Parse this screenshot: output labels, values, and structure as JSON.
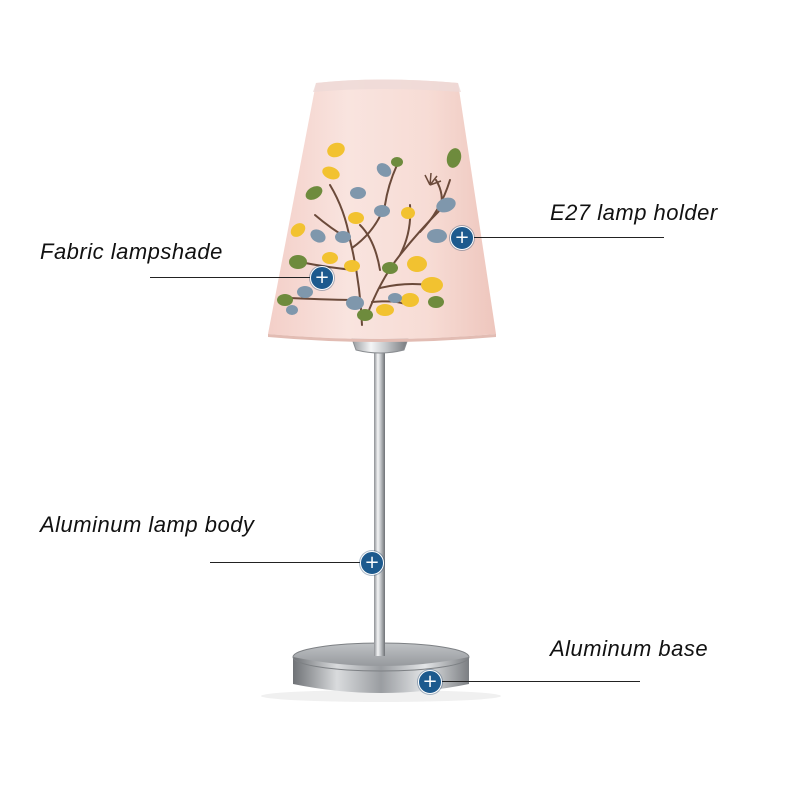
{
  "palette": {
    "hotspot": "#1d5a8e",
    "shade": "#f6d9d4",
    "leaf_green": "#6e8b3d",
    "leaf_yellow": "#f2c230",
    "leaf_blue": "#7f97ac",
    "branch": "#6b4a3a",
    "chrome": "#b9bcc0"
  },
  "callouts": [
    {
      "id": "fabric-lampshade",
      "label": "Fabric lampshade",
      "icon": "plus-icon"
    },
    {
      "id": "e27-lamp-holder",
      "label": "E27 lamp holder",
      "icon": "plus-icon"
    },
    {
      "id": "aluminum-lamp-body",
      "label": "Aluminum lamp body",
      "icon": "plus-icon"
    },
    {
      "id": "aluminum-base",
      "label": "Aluminum base",
      "icon": "plus-icon"
    }
  ]
}
